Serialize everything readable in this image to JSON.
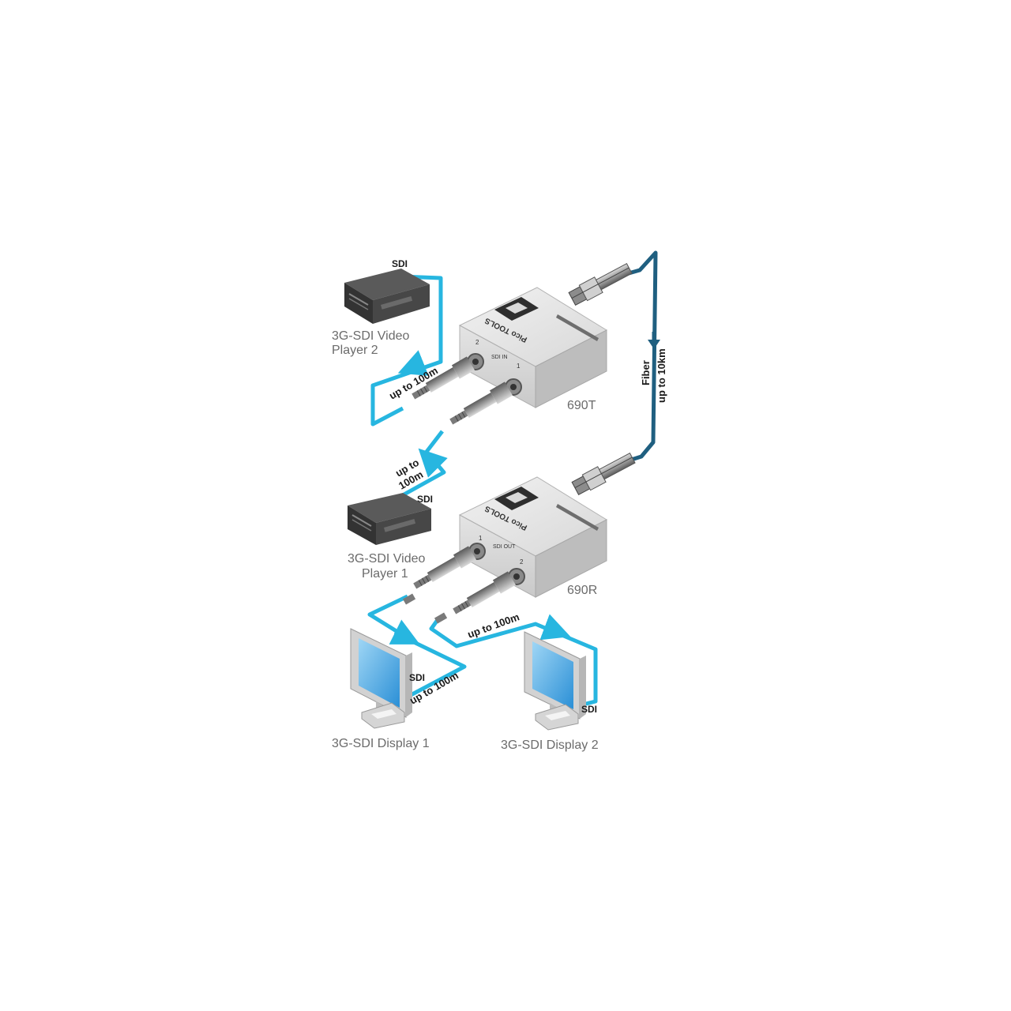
{
  "labels": {
    "sdi_player2": "SDI",
    "player2": {
      "line1": "3G-SDI Video",
      "line2": "Player 2"
    },
    "upto_player2": "up to 100m",
    "transmitter_model": "690T",
    "fiber": {
      "line1": "Fiber",
      "line2": "up to 10km"
    },
    "upto_player1": {
      "line1": "up to",
      "line2": "100m"
    },
    "sdi_player1": "SDI",
    "player1": {
      "line1": "3G-SDI Video",
      "line2": "Player 1"
    },
    "receiver_model": "690R",
    "upto_display2": "up to 100m",
    "sdi_display1": "SDI",
    "upto_display1": "up to 100m",
    "sdi_display2": "SDI",
    "display1": "3G-SDI Display 1",
    "display2": "3G-SDI Display 2"
  },
  "device_marks": {
    "tx_brand": "Pico TOOLS",
    "tx_port_label": "SDI IN",
    "tx_port1": "1",
    "tx_port2": "2",
    "rx_brand": "Pico TOOLS",
    "rx_port_label": "SDI OUT",
    "rx_port1": "1",
    "rx_port2": "2"
  },
  "colors": {
    "sdi_cable": "#27b6e0",
    "fiber_cable": "#1f5f80",
    "label_dark": "#1a1a1a",
    "label_gray": "#6b6b6b"
  }
}
